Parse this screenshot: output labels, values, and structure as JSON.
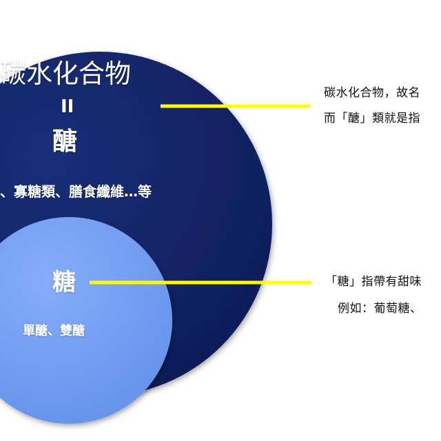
{
  "colors": {
    "outer_circle": "#0f2160",
    "inner_circle": "#6f9cf5",
    "connector": "#ffff00",
    "note_text": "#111111"
  },
  "outer": {
    "title": "碳水化合物",
    "equals": "II",
    "term": "醣",
    "examples": "、寡糖類、膳食纖維…等"
  },
  "inner": {
    "title": "糖",
    "examples": "單醣、雙醣"
  },
  "notes": {
    "top_line_1": "碳水化合物，故名",
    "top_line_2": "而「醣」類就是指",
    "bottom_line_1": "「糖」指帶有甜味",
    "bottom_line_2": "例如：葡萄糖、"
  }
}
